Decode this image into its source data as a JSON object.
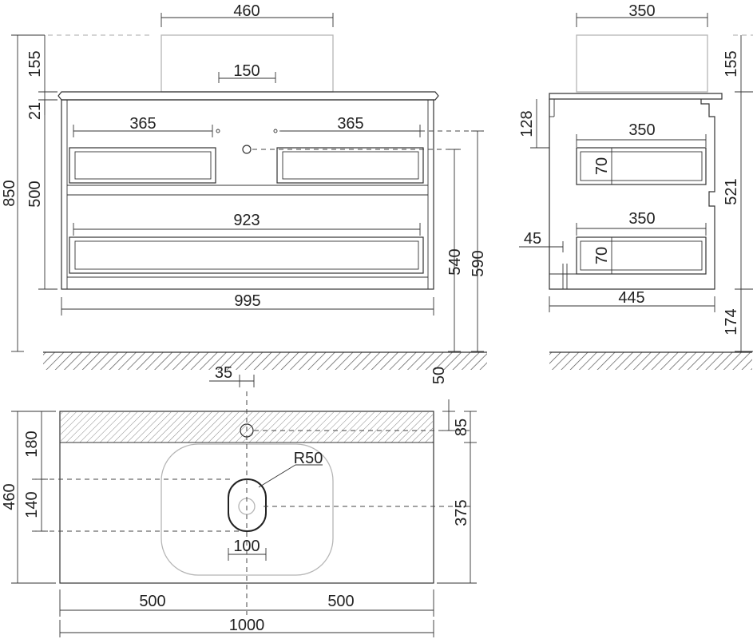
{
  "front_view": {
    "width_total": "995",
    "basin_width": "460",
    "tap_offset": "150",
    "drawer_top_left": "365",
    "drawer_top_right": "365",
    "drawer_bottom": "923",
    "height_total": "850",
    "basin_height": "155",
    "top_thickness": "21",
    "cabinet_height": "500",
    "height_540": "540",
    "height_590": "590"
  },
  "side_view": {
    "basin_depth": "350",
    "basin_height": "155",
    "top_gap": "128",
    "drawer_depth_top": "350",
    "drawer_depth_bottom": "350",
    "drawer_inner_top": "70",
    "drawer_inner_bottom": "70",
    "side_offset": "45",
    "cabinet_depth": "445",
    "cabinet_height": "521",
    "floor_clearance": "174"
  },
  "top_view": {
    "tap_hole_offset": "35",
    "edge_50": "50",
    "edge_85": "85",
    "back_depth": "180",
    "radius_label": "R50",
    "depth_total": "460",
    "drain_depth": "140",
    "drain_width": "100",
    "right_depth": "375",
    "half_left": "500",
    "half_right": "500",
    "width_total": "1000"
  }
}
